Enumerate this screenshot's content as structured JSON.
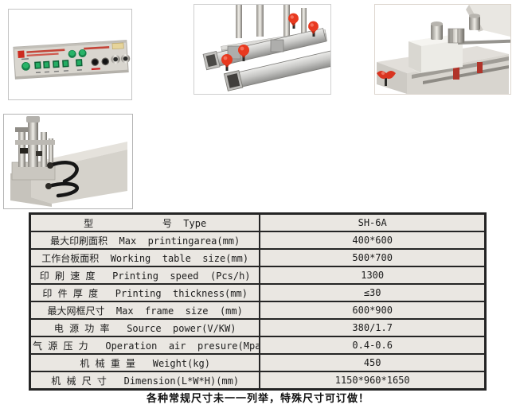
{
  "page": {
    "background": "#ffffff",
    "model": "SH-6A"
  },
  "colors": {
    "table_border": "#242424",
    "cell_background": "#eae7e2",
    "button_green": "#1ca05a",
    "knob_red": "#e8391f",
    "machine_gray": "#d5d2cb",
    "panel_gray": "#d9d6cf"
  },
  "photos": [
    {
      "name": "control-panel"
    },
    {
      "name": "squeegee-clamp-rails"
    },
    {
      "name": "print-head-closeup"
    },
    {
      "name": "pneumatic-cylinder-arm"
    }
  ],
  "spec_table": {
    "rows": [
      {
        "label": "型            号  Type",
        "value": "SH-6A"
      },
      {
        "label": "最大印刷面积  Max  printingarea(mm)",
        "value": "400*600"
      },
      {
        "label": "工作台板面积  Working  table  size(mm)",
        "value": "500*700"
      },
      {
        "label": "印 刷 速 度   Printing  speed  (Pcs/h)",
        "value": "1300"
      },
      {
        "label": "印 件 厚 度   Printing  thickness(mm)",
        "value": "≤30"
      },
      {
        "label": "最大网框尺寸  Max  frame  size  (mm)",
        "value": "600*900"
      },
      {
        "label": "电 源 功 率   Source  power(V/KW)",
        "value": "380/1.7"
      },
      {
        "label": "气 源 压 力   Operation  air  presure(Mpa)",
        "value": "0.4-0.6"
      },
      {
        "label": "机 械 重 量   Weight(kg)",
        "value": "450"
      },
      {
        "label": "机 械 尺 寸   Dimension(L*W*H)(mm)",
        "value": "1150*960*1650"
      }
    ]
  },
  "footer_note": "各种常规尺寸未一一列举，特殊尺寸可订做！"
}
